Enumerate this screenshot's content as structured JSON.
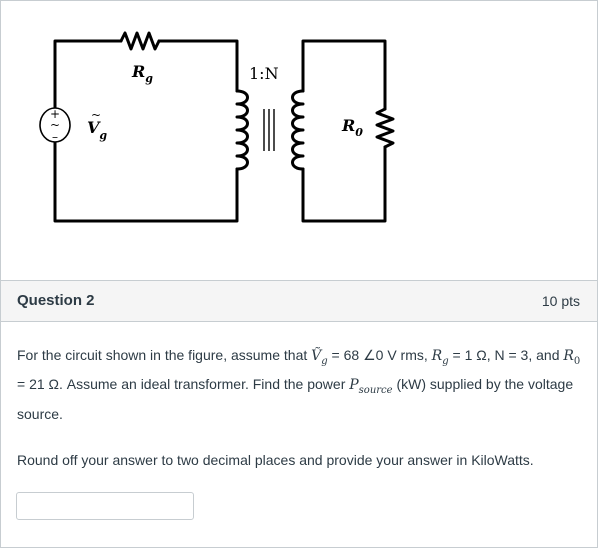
{
  "figure": {
    "rg_label": "R",
    "rg_sub": "g",
    "ratio_label": "1:N",
    "ro_label": "R",
    "ro_sub": "0",
    "vg_label": "V",
    "vg_sub": "g",
    "source_plus": "+",
    "source_tilde": "~",
    "source_minus": "–"
  },
  "question": {
    "title": "Question 2",
    "points": "10 pts",
    "text_a": "For the circuit shown in the figure, assume that ",
    "vg_symbol": "Ṽ",
    "vg_sub": "g",
    "text_b": " = 68 ∠0 V rms, ",
    "rg_symbol": "R",
    "rg_sub": "g",
    "text_c": " = 1 Ω, N = 3, and ",
    "r0_symbol": "R",
    "r0_sub": "0",
    "text_d": " = 21 Ω. Assume an ideal transformer. Find the power ",
    "p_symbol": "P",
    "p_sub": "source",
    "text_e": " (kW) supplied by the voltage source.",
    "instruction": "Round off your answer to two decimal places and provide your answer in KiloWatts.",
    "answer_value": ""
  }
}
